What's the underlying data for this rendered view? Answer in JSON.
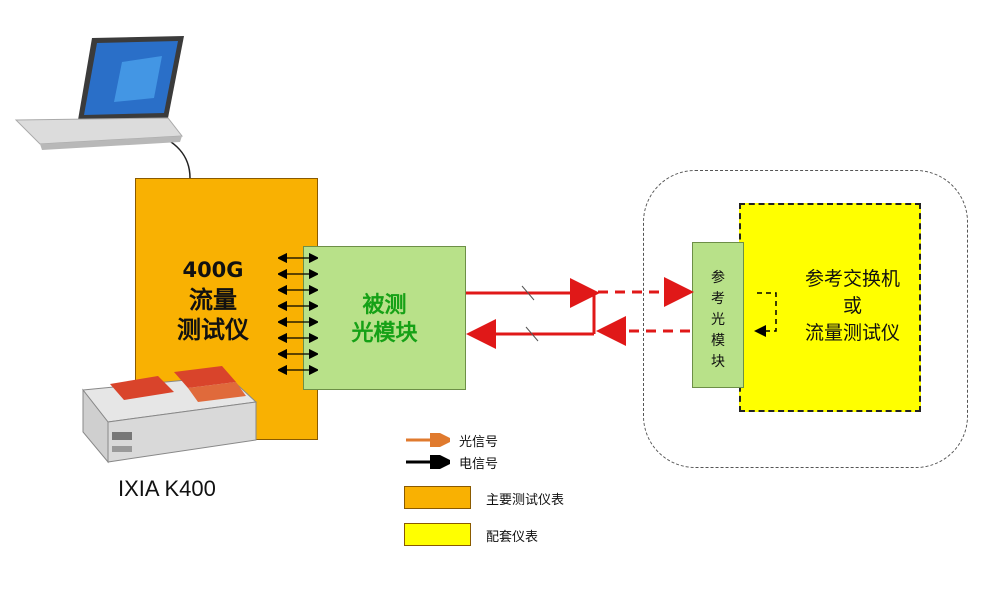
{
  "tester": {
    "line1": "400G",
    "line2": "流量",
    "line3": "测试仪",
    "color": "#f9b102"
  },
  "dut": {
    "line1": "被测",
    "line2": "光模块",
    "color": "#b8e189",
    "text_color": "#16a116"
  },
  "ref_module": {
    "chars": [
      "参",
      "考",
      "光",
      "模",
      "块"
    ]
  },
  "ref_device": {
    "line1": "参考交换机",
    "line2": "或",
    "line3": "流量测试仪",
    "color": "#ffff00"
  },
  "model_label": "IXIA K400",
  "legend": {
    "optical": {
      "label": "光信号",
      "color": "#e07a2e"
    },
    "electrical": {
      "label": "电信号",
      "color": "#000000"
    },
    "primary": {
      "label": "主要测试仪表",
      "color": "#f9b102"
    },
    "auxiliary": {
      "label": "配套仪表",
      "color": "#ffff00"
    }
  },
  "fiber_color": "#e01818"
}
